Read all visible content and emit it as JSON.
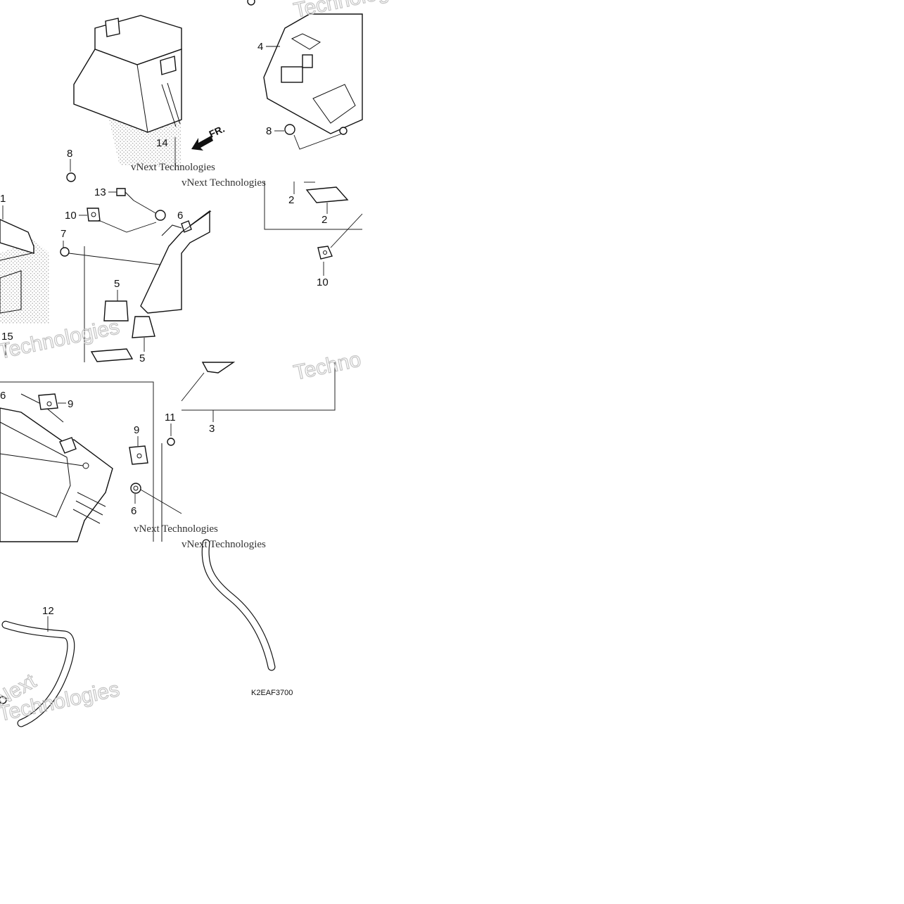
{
  "diagram_code": "K2EAF3700",
  "direction_label": "FR.",
  "callouts": {
    "c1": "1",
    "c2a": "2",
    "c2b": "2",
    "c3": "3",
    "c4": "4",
    "c5a": "5",
    "c5b": "5",
    "c6a": "6",
    "c6b": "6",
    "c7": "7",
    "c8a": "8",
    "c8b": "8",
    "c9a": "9",
    "c9b": "9",
    "c10a": "10",
    "c10b": "10",
    "c11": "11",
    "c12": "12",
    "c13": "13",
    "c14": "14",
    "c15": "15"
  },
  "watermarks": {
    "serif": "vNext Technologies",
    "outline_a": "Technologies",
    "outline_b": "Next",
    "outline_c": "Techno"
  },
  "colors": {
    "line": "#111111",
    "background": "#ffffff",
    "watermark": "#c4c4c4",
    "shade": "#9a9a9a"
  }
}
